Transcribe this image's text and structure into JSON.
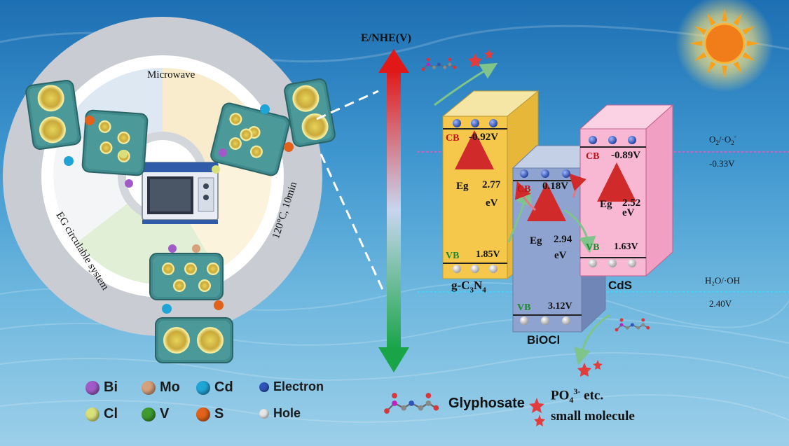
{
  "axis": {
    "label": "E/NHE(V)"
  },
  "process": {
    "microwave": "Microwave",
    "condition": "120°C, 10min",
    "system": "EG circulable system"
  },
  "materials": {
    "gcn": {
      "name_pre": "g-C",
      "sub1": "3",
      "mid": "N",
      "sub2": "4",
      "eg_label": "Eg",
      "eg_value": "2.77",
      "eg_unit": "eV",
      "cb_tag": "CB",
      "cb_value": "-0.92V",
      "vb_tag": "VB",
      "vb_value": "1.85V"
    },
    "biocl": {
      "name": "BiOCl",
      "eg_label": "Eg",
      "eg_value": "2.94",
      "eg_unit": "eV",
      "cb_tag": "CB",
      "cb_value": "0.18V",
      "vb_tag": "VB",
      "vb_value": "3.12V"
    },
    "cds": {
      "name": "CdS",
      "eg_label": "Eg",
      "eg_value": "2.52",
      "eg_unit": "eV",
      "cb_tag": "CB",
      "cb_value": "-0.89V",
      "vb_tag": "VB",
      "vb_value": "1.63V"
    }
  },
  "potentials": {
    "o2": {
      "label_a": "O",
      "sub": "2",
      "label_b": "/·O",
      "sub2": "2",
      "sup": "-",
      "value": "-0.33V"
    },
    "oh": {
      "label": "H₂O/·OH",
      "value": "2.40V"
    }
  },
  "legend": {
    "elements": [
      {
        "label": "Bi",
        "color": "#a15bc8"
      },
      {
        "label": "Mo",
        "color": "#d7a07c"
      },
      {
        "label": "Cd",
        "color": "#1fa4d6"
      },
      {
        "label": "Cl",
        "color": "#d9e07a"
      },
      {
        "label": "V",
        "color": "#3f9a2f"
      },
      {
        "label": "S",
        "color": "#e0621b"
      }
    ],
    "carriers": [
      {
        "label": "Electron",
        "color": "#2f54b8"
      },
      {
        "label": "Hole",
        "color": "#e6e6e6"
      }
    ],
    "glyphosate": "Glyphosate",
    "po4_pre": "PO",
    "po4_sub": "4",
    "po4_sup": "3-",
    "po4_post": " etc.",
    "small_molecule": "small molecule"
  }
}
